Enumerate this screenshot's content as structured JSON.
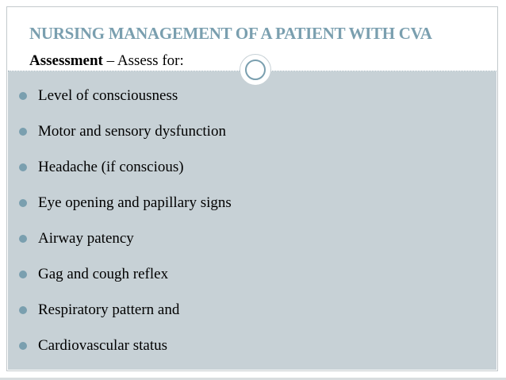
{
  "slide": {
    "title": "NURSING MANAGEMENT OF A PATIENT WITH CVA",
    "subtitle_strong": "Assessment",
    "subtitle_rest": " – Assess for:",
    "bullets": [
      "Level of consciousness",
      "Motor and sensory dysfunction",
      "Headache (if conscious)",
      "Eye opening and papillary signs",
      "Airway patency",
      "Gag and cough reflex",
      "Respiratory pattern and",
      "Cardiovascular status"
    ]
  },
  "colors": {
    "accent": "#7a9faf",
    "content_background": "#c7d1d6",
    "text": "#000000"
  }
}
